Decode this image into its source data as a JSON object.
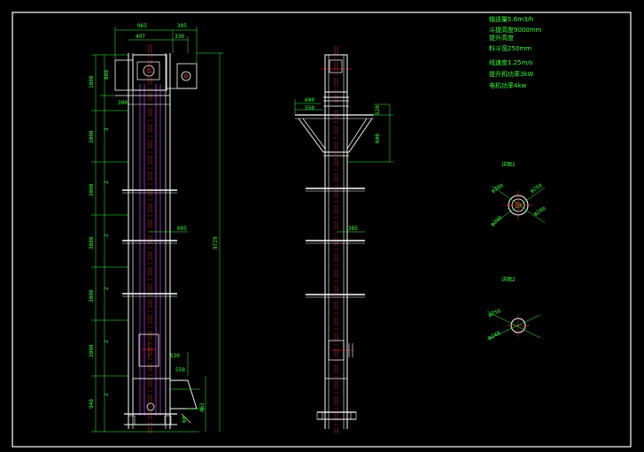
{
  "colors": {
    "background": "#000000",
    "frame": "#ffffff",
    "geometry": "#ffffff",
    "dimension": "#33ff33",
    "centerline": "#ff3333",
    "hidden": "#cc44ff",
    "text": "#33ff33"
  },
  "drawing": {
    "front_view": {
      "dims_top": [
        "965",
        "305",
        "497",
        "330"
      ],
      "dims_left": [
        "1000",
        "880",
        "3000",
        "3000",
        "3000",
        "3000",
        "3000",
        "940"
      ],
      "dims_side": [
        "3",
        "2",
        "2",
        "2",
        "2",
        "2"
      ],
      "dim_overall": "9729",
      "dim_width": "605",
      "dim_head": "300",
      "dims_boot": [
        "530",
        "550",
        "462",
        "60"
      ]
    },
    "side_view": {
      "dims": [
        "600",
        "550",
        "520",
        "600",
        "385"
      ]
    },
    "notes": [
      "输送量5.6m3/h",
      "斗提高度9000mm",
      "提升高度",
      "料斗宽250mm",
      "线速度1.25m/s",
      "提升机功率3kW",
      "电机功率4kw"
    ],
    "detail_1": {
      "label": "详图1",
      "dims": [
        "φ300",
        "φ250",
        "φ290",
        "φ200"
      ]
    },
    "detail_2": {
      "label": "详图2",
      "dims": [
        "φ250",
        "φ240"
      ]
    }
  }
}
